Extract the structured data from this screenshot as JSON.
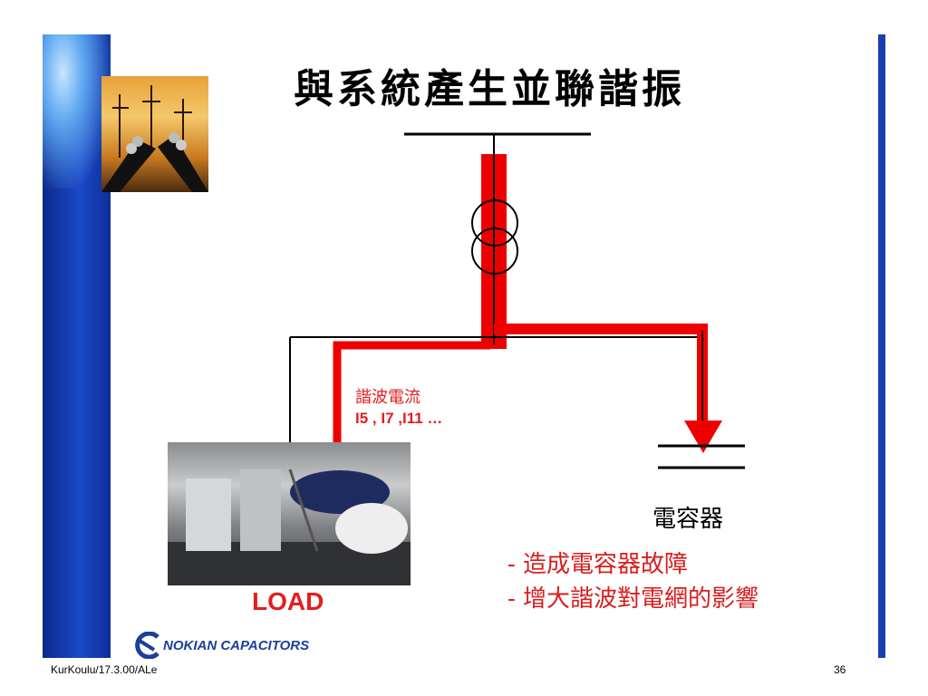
{
  "slide": {
    "title": "與系統產生並聯諧振",
    "harmonic_current_label": "諧波電流",
    "harmonic_orders": "I5 , I7 ,I11 …",
    "capacitor_label": "電容器",
    "load_label": "LOAD",
    "effects": [
      "-  造成電容器故障",
      "-  增大諧波對電網的影響"
    ],
    "logo_text": "NOKIAN CAPACITORS",
    "footer_left": "KurKoulu/17.3.00/ALe",
    "page_number": "36"
  },
  "colors": {
    "harmonic_path": "#ee0000",
    "band_blue": "#1b49c8",
    "logo_blue": "#1b3f9c"
  },
  "icons": [
    "power-cable-photo",
    "paper-machine-photo",
    "nokian-logo-icon",
    "transformer-icon",
    "capacitor-icon"
  ]
}
